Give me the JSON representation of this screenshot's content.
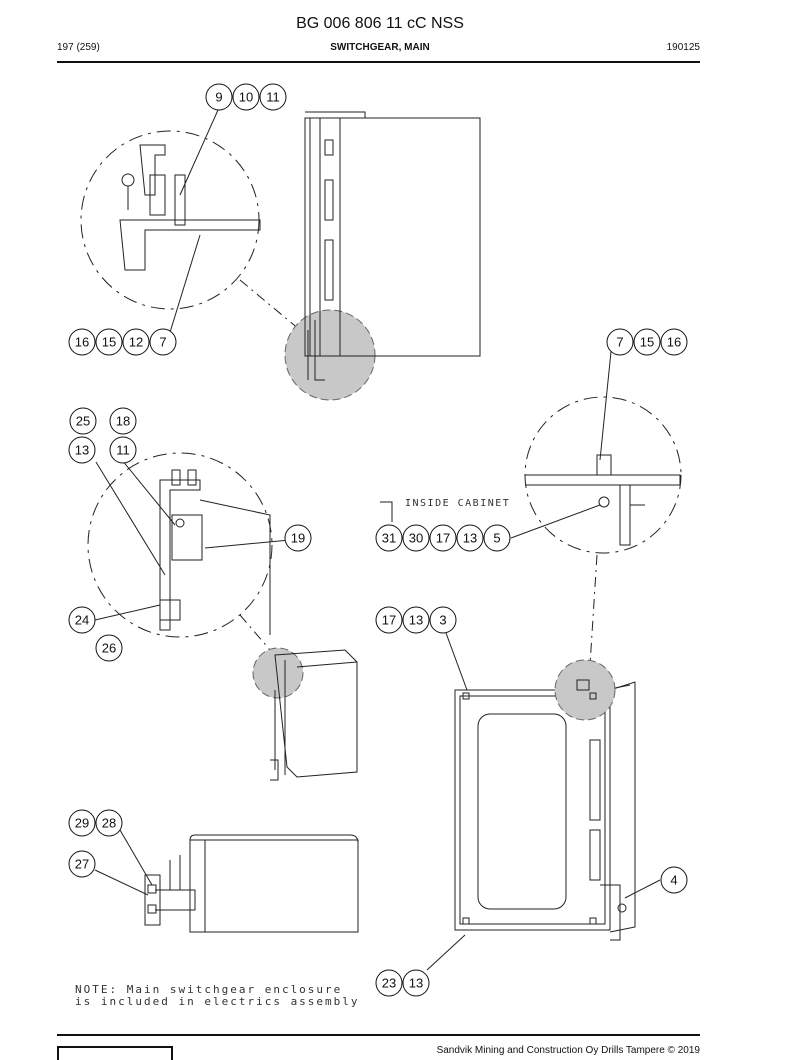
{
  "header": {
    "doc_id": "BG 006 806 11 cC NSS",
    "page": "197 (259)",
    "section": "SWITCHGEAR, MAIN",
    "date_code": "190125"
  },
  "drawing": {
    "inside_cabinet_label": "INSIDE CABINET",
    "note_line1": "NOTE: Main switchgear enclosure",
    "note_line2": "is included in electrics assembly",
    "callout_groups": [
      [
        "9",
        "10",
        "11"
      ],
      [
        "16",
        "15",
        "12",
        "7"
      ],
      [
        "7",
        "15",
        "16"
      ],
      [
        "25"
      ],
      [
        "18"
      ],
      [
        "13"
      ],
      [
        "11"
      ],
      [
        "19"
      ],
      [
        "31",
        "30",
        "17",
        "13",
        "5"
      ],
      [
        "24"
      ],
      [
        "26"
      ],
      [
        "17",
        "13",
        "3"
      ],
      [
        "29",
        "28"
      ],
      [
        "27"
      ],
      [
        "4"
      ],
      [
        "23",
        "13"
      ]
    ]
  },
  "footer": {
    "copyright": "Sandvik Mining and Construction Oy Drills Tampere © 2019"
  }
}
